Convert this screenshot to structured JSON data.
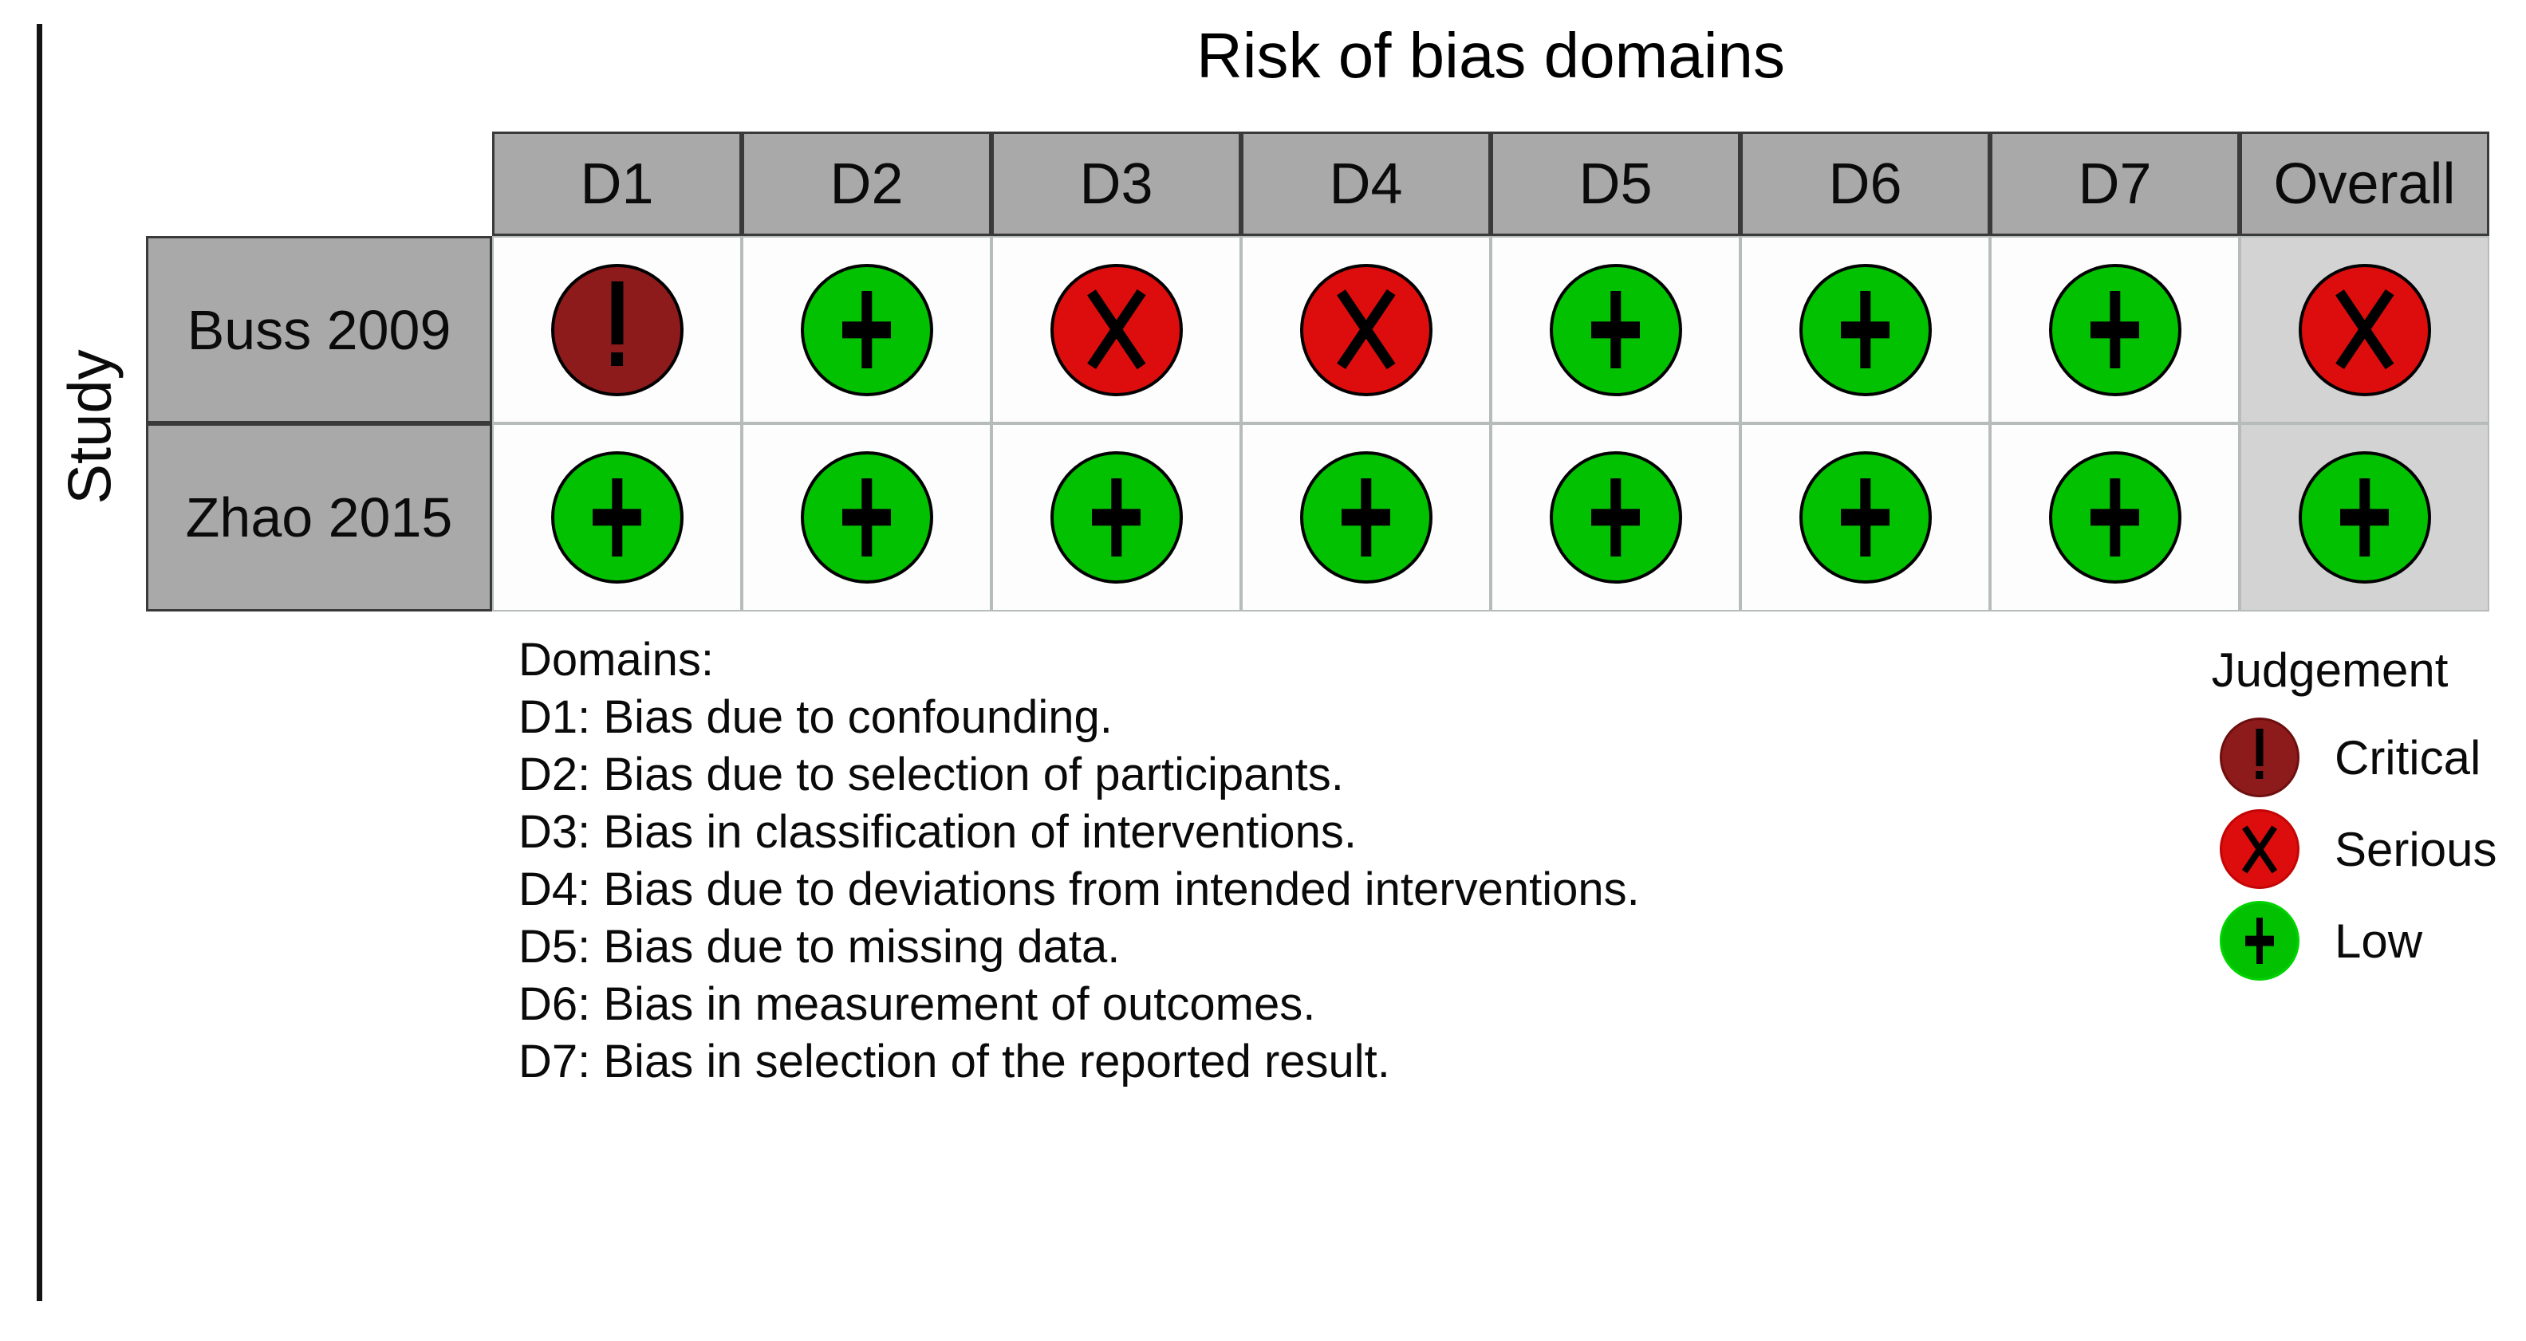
{
  "title": "Risk of bias domains",
  "row_axis_label": "Study",
  "chart_data": {
    "type": "table",
    "title": "Risk of bias domains",
    "row_axis_label": "Study",
    "columns": [
      "D1",
      "D2",
      "D3",
      "D4",
      "D5",
      "D6",
      "D7",
      "Overall"
    ],
    "rows": [
      {
        "study": "Buss 2009",
        "judgements": [
          "critical",
          "low",
          "serious",
          "serious",
          "low",
          "low",
          "low",
          "serious"
        ]
      },
      {
        "study": "Zhao 2015",
        "judgements": [
          "low",
          "low",
          "low",
          "low",
          "low",
          "low",
          "low",
          "low"
        ]
      }
    ],
    "judgement_symbols": {
      "critical": "!",
      "serious": "x",
      "low": "+"
    }
  },
  "domains": {
    "heading": "Domains:",
    "items": [
      "D1: Bias due to confounding.",
      "D2: Bias due to selection of participants.",
      "D3: Bias in classification of interventions.",
      "D4: Bias due to deviations from intended interventions.",
      "D5: Bias due to missing data.",
      "D6: Bias in measurement of outcomes.",
      "D7: Bias in selection of the reported result."
    ]
  },
  "legend": {
    "title": "Judgement",
    "items": [
      {
        "label": "Critical",
        "judgement": "critical"
      },
      {
        "label": "Serious",
        "judgement": "serious"
      },
      {
        "label": "Low",
        "judgement": "low"
      }
    ]
  },
  "colors": {
    "critical": "#8e1b1b",
    "serious": "#dd0d0d",
    "low": "#02c100",
    "header_fill": "#a9a9a9",
    "overall_fill": "#d3d3d3",
    "grid_line": "#b6bcba",
    "border_dark": "#3a3a3a"
  }
}
